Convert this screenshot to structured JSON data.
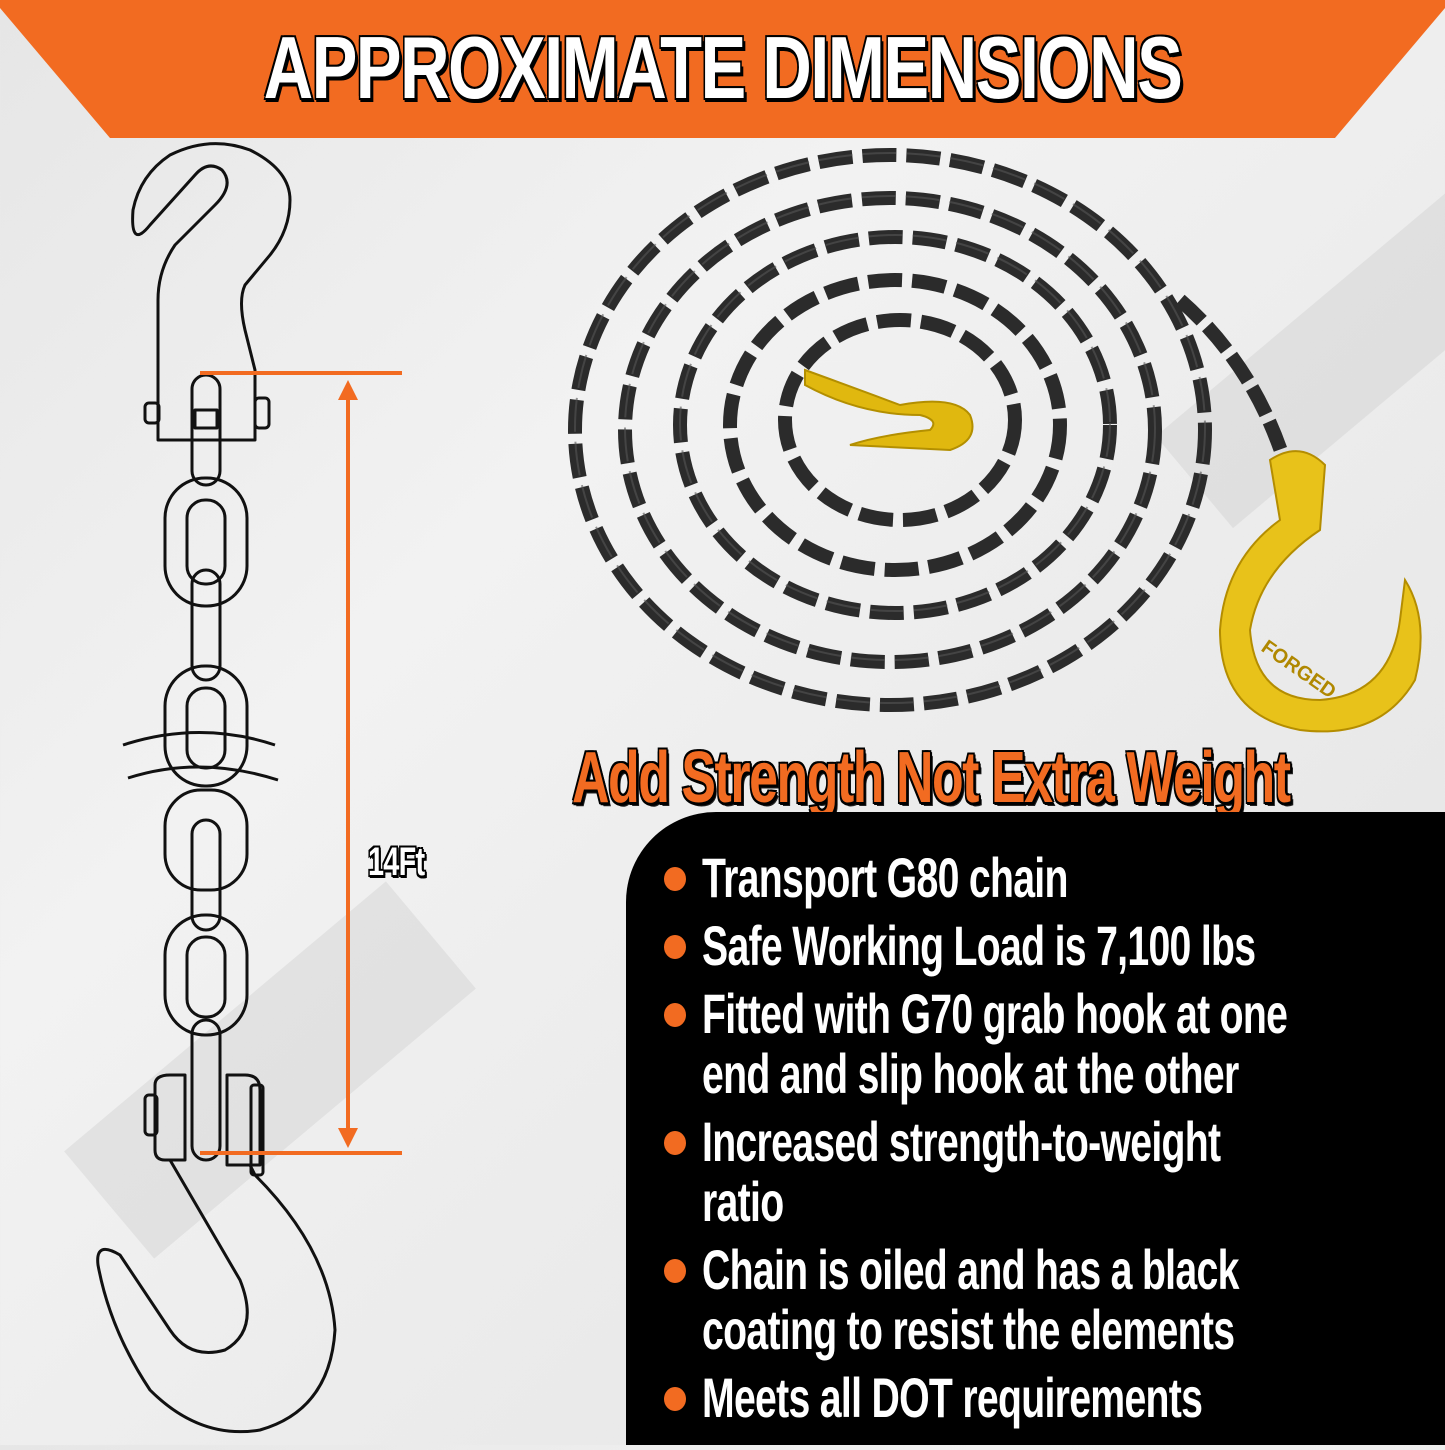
{
  "banner": {
    "title": "APPROXIMATE DIMENSIONS",
    "color": "#f26b21"
  },
  "diagram": {
    "dimension_label": "14Ft",
    "line_color": "#f26b21",
    "top_hook": "clevis grab hook",
    "bottom_hook": "clevis slip hook"
  },
  "photo": {
    "description": "coiled black G80 chain with yellow hooks",
    "hook_marking": "FORGED"
  },
  "tagline": "Add Strength Not Extra Weight",
  "features": {
    "items": [
      {
        "lines": [
          "Transport G80 chain"
        ]
      },
      {
        "lines": [
          "Safe Working Load is 7,100 lbs"
        ]
      },
      {
        "lines": [
          "Fitted with G70 grab hook at one",
          "end and slip hook at the other"
        ]
      },
      {
        "lines": [
          "Increased strength-to-weight",
          "ratio"
        ]
      },
      {
        "lines": [
          "Chain is oiled and has a black",
          "coating to resist the elements"
        ]
      },
      {
        "lines": [
          "Meets all DOT requirements"
        ]
      }
    ],
    "bullet_color": "#f26b21"
  }
}
